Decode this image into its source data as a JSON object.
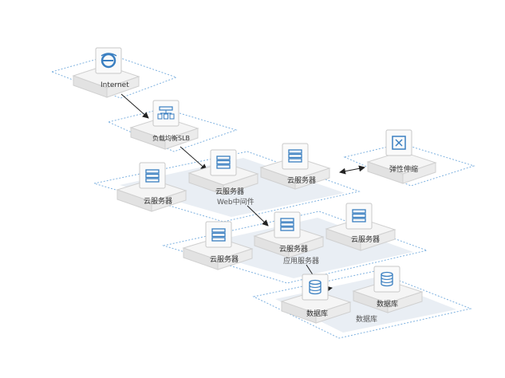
{
  "colors": {
    "accent": "#3a7fc1",
    "platform_dash": "#7fb2e0",
    "group_fill": "#e9eef4",
    "block_top": "#f5f5f5",
    "block_side": "#e2e2e2"
  },
  "nodes": {
    "internet": {
      "label": "Internet",
      "icon": "internet-explorer-icon"
    },
    "slb": {
      "label": "负载均衡SLB",
      "icon": "load-balancer-icon"
    },
    "elastic": {
      "label": "弹性伸缩",
      "icon": "auto-scaling-icon"
    },
    "web_server_1": {
      "label": "云服务器",
      "icon": "server-icon"
    },
    "web_server_2": {
      "label": "云服务器",
      "icon": "server-icon"
    },
    "web_server_3": {
      "label": "云服务器",
      "icon": "server-icon"
    },
    "app_server_1": {
      "label": "云服务器",
      "icon": "server-icon"
    },
    "app_server_2": {
      "label": "云服务器",
      "icon": "server-icon"
    },
    "app_server_3": {
      "label": "云服务器",
      "icon": "server-icon"
    },
    "db_1": {
      "label": "数据库",
      "icon": "database-icon"
    },
    "db_2": {
      "label": "数据库",
      "icon": "database-icon"
    }
  },
  "groups": {
    "web": "Web中间件",
    "app": "应用服务器",
    "db": "数据库"
  }
}
